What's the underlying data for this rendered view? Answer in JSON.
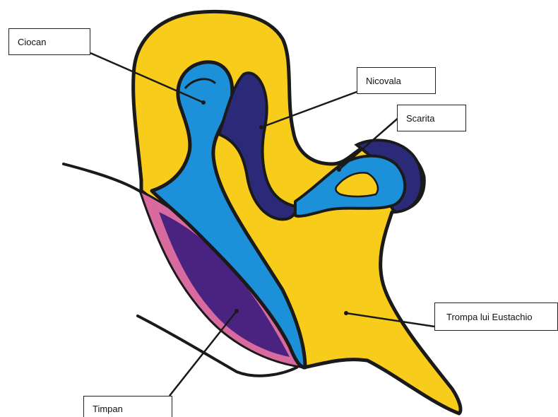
{
  "labels": {
    "ciocan": "Ciocan",
    "nicovala": "Nicovala",
    "scarita": "Scarita",
    "trompa": "Trompa lui Eustachio",
    "timpan": "Timpan"
  },
  "colors": {
    "yellow": "#f8cc1b",
    "blue": "#1c90d8",
    "navy": "#2b2a78",
    "purple": "#4a2280",
    "pink": "#d86aa0",
    "outline": "#1a1a1a"
  }
}
